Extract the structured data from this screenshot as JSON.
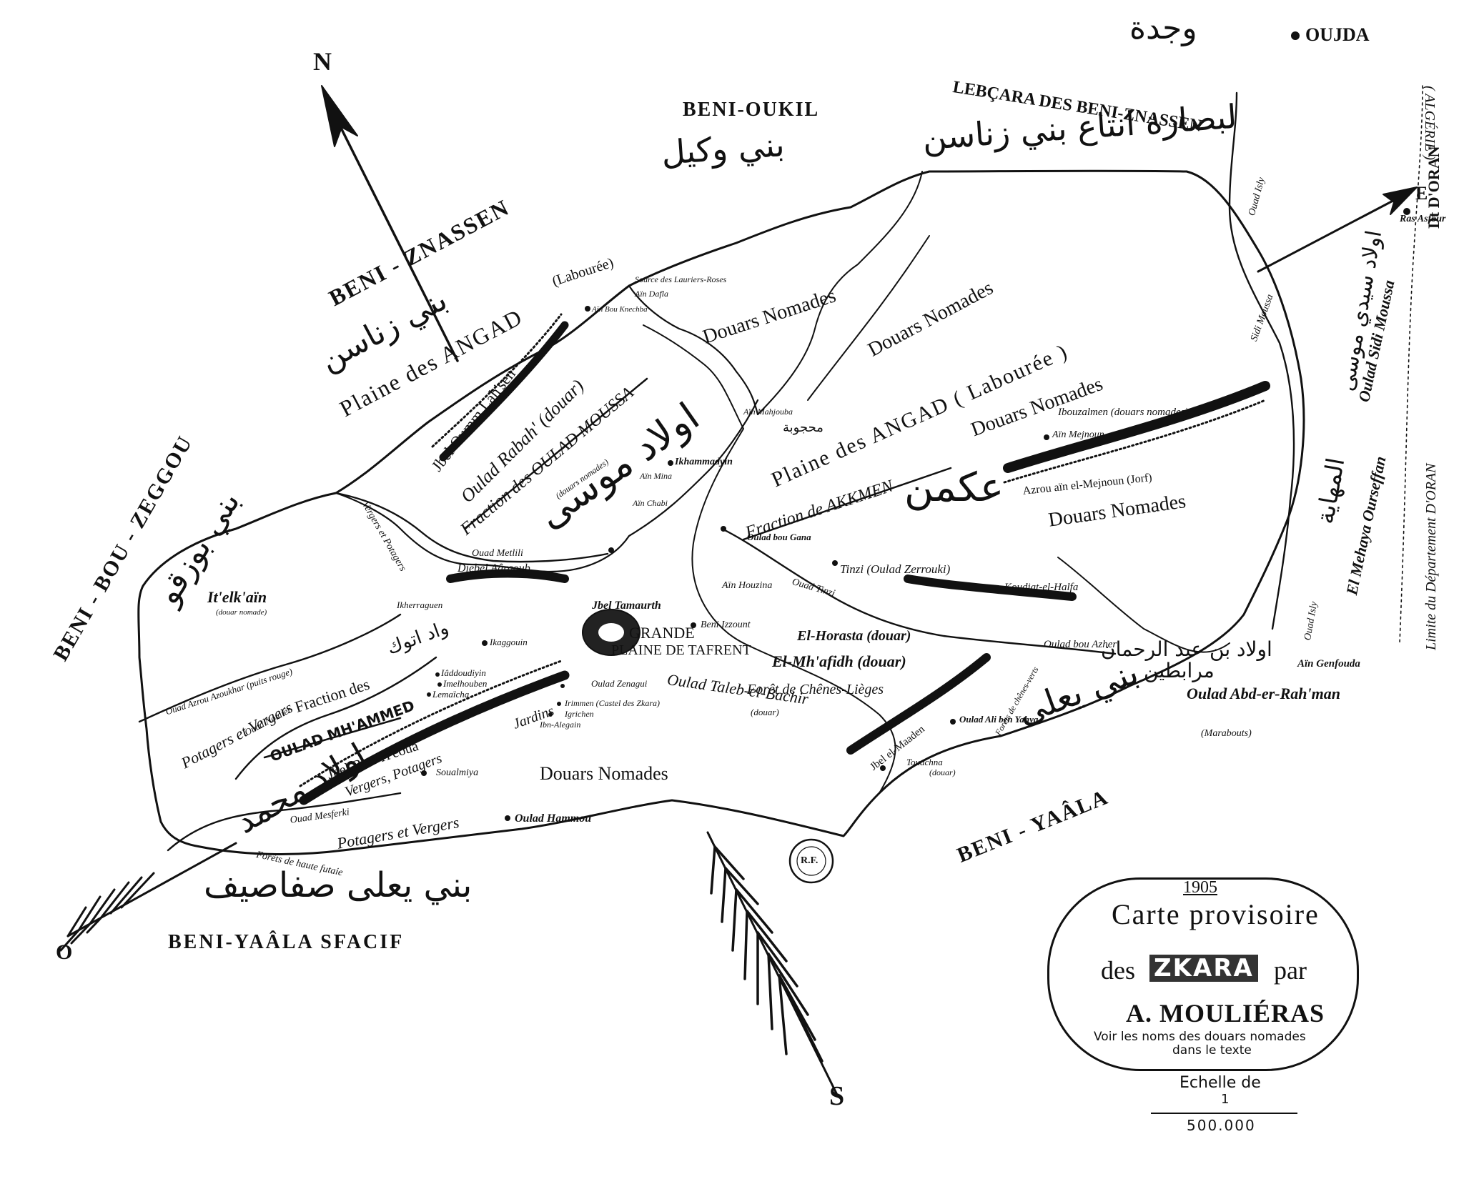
{
  "compass": {
    "north": "N",
    "south": "S",
    "east": "E",
    "west": "O"
  },
  "tribes": {
    "beni_oukil": "BENI-OUKIL",
    "beni_oukil_ar": "بني وكيل",
    "lebcara": "LEBÇARA DES BENI-ZNASSEN",
    "lebcara_ar": "لبصارة انتاع بني زناسن",
    "beni_znassen": "BENI - ZNASSEN",
    "beni_znassen_ar": "بني زناسن",
    "beni_bou_zeggou": "BENI - BOU - ZEGGOU",
    "beni_bou_zeggou_ar": "بني بوزقو",
    "beni_yaala": "BENI - YAÂLA",
    "beni_yaala_ar": "بني يعلى",
    "beni_yaala_sfacif": "BENI-YAÂLA SFACIF",
    "beni_yaala_sfacif_ar": "بني يعلى صفاصيف",
    "oujda": "OUJDA",
    "oujda_ar": "وجدة",
    "algerie": "( ALGÉRIE )",
    "dt_oran": "Dt D'ORAN",
    "limite": "Limite du Département D'ORAN",
    "ras_asfour": "Ras Asfour"
  },
  "labels": {
    "plaine_angad_1": "Plaine des ANGAD",
    "labouree_1": "(Labourée)",
    "plaine_angad_2": "Plaine des ANGAD ( Labourée )",
    "douars_1": "Douars Nomades",
    "douars_2": "Douars Nomades",
    "douars_3": "Douars Nomades",
    "douars_4": "Douars Nomades",
    "douars_5": "Douars Nomades",
    "source": "Source des Lauriers-Roses",
    "ain_dafla": "Aïn Dafla",
    "ain_bou_knechba": "Aïn Bou Knechba",
    "jbel_oumm": "Jbel Oumm Lah'sen",
    "oulad_rabah": "Oulad Rabah' (douar)",
    "fraction_moussa": "Fraction des OULAD MOUSSA",
    "douars_nomades_small": "(douars nomades)",
    "oulad_moussa_ar": "اولاد موسى",
    "ikhammadyin": "Ikhammadyin",
    "ain_mina": "Aïn Mina",
    "ain_chabi": "Aïn Chabi",
    "ain_mahjouba": "Aïn Mahjouba",
    "mahjouba_ar": "محجوبة",
    "vergers_potagers": "Vergers et Potagers",
    "ouad_metlili": "Ouad Metlili",
    "djebel_aargoub": "Djebel Aârgoub",
    "itelkhain": "It'elk'aïn",
    "douar_nomade": "(douar nomade)",
    "ikherraguen": "Ikherraguen",
    "ouad_azrou": "Ouad Azrou Azoukhar (puits rouge)",
    "potagers_vergers": "Potagers et Vergers",
    "ouad_nouiter": "Ouad Nouiter",
    "fraction_des": "Fraction des",
    "oulad_mhammed": "OULAD MH'AMMED",
    "oulad_mhammed_ar": "اولاد محمد",
    "ouad_ar": "واد اتوك",
    "ikaggouin": "Ikaggouin",
    "iaddoudiyin": "Iâddoudiyin",
    "imelhouben": "Imelhouben",
    "lemaicha": "Lemaïcha",
    "jbel_tamaurth": "Jbel Tamaurth",
    "grande_plaine": "GRANDE",
    "plaine_tafrent": "PLAINE DE TAFRENT",
    "beni_izzount": "Beni Izzount",
    "jbel_bou_heoua": "Jbel Bou-H'eoua",
    "vergers_potagers_2": "Vergers, Potagers",
    "jardins": "Jardins",
    "soualmiya": "Soualmiya",
    "oulad_zenagui": "Oulad Zenagui",
    "irimmen": "Irimmen (Castel des Zkara)",
    "igrichen": "Igrichen",
    "ibn_alegain": "Ibn-Alegain",
    "douars_nomades_center": "Douars Nomades",
    "ouad_mesferki": "Ouad Mesferki",
    "potagers_vergers_2": "Potagers et Vergers",
    "forets_futaie": "Forêts de haute futaie",
    "oulad_hammou": "Oulad Hammou",
    "fraction_akkmen": "Fraction de AKKMEN",
    "akkmen_ar": "عكمن",
    "oulad_bou_gana": "Oulad bou Gana",
    "ouad_tinzi": "Ouad Tinzi",
    "tinzi": "Tinzi (Oulad Zerrouki)",
    "koudiat": "Koudiat-el-Halfa",
    "ain_houzina": "Aïn Houzina",
    "el_horasta": "El-Horasta (douar)",
    "el_mhafidh": "El-Mh'afidh (douar)",
    "oulad_taleb": "Oulad Taleb-el-Bachir",
    "oulad_taleb_douar": "(douar)",
    "foret_chenes": "Forêt de Chênes-Lièges",
    "jbel_maaden": "Jbel el-Maaden",
    "forets_chenes_verts": "Forêts de chênes-verts",
    "oulad_ali": "Oulad Ali ben Yahya",
    "touachna": "Touachna",
    "touachna_douar": "(douar)",
    "oulad_bou_azher": "Oulad bou Azher",
    "ibouzalmen": "Ibouzalmen (douars nomades)",
    "ain_mejnoun": "Aïn Mejnoun",
    "azrou": "Azrou aïn el-Mejnoun (Jorf)",
    "ouad_isly": "Ouad Isly",
    "ouad_isly_2": "Ouad Isly",
    "sidi_moussa": "Sidi Moussa",
    "oulad_sidi_moussa": "Oulad Sidi Moussa",
    "oulad_abd": "Oulad Abd-er-Rah'man",
    "marabouts": "(Marabouts)",
    "ain_genfouda": "Aïn Genfouda",
    "el_mehaya": "El Mehaya Ourseffan",
    "mehaya_ar": "المهاية",
    "oulad_ben_abd_ar": "اولاد بن عبد الرحمان",
    "marabtin_ar": "مرابطين",
    "ouled_sidi_ar": "اولاد سيدي موسى"
  },
  "cartouche": {
    "year": "1905",
    "line1": "Carte provisoire",
    "des": "des",
    "zkara": "ZKARA",
    "par": "par",
    "author": "A. MOULIÉRAS",
    "note1": "Voir les noms des douars nomades",
    "note2": "dans le texte",
    "scale_label": "Echelle de",
    "scale_num": "1",
    "scale_den": "500.000"
  },
  "stamp": {
    "text": "R.F."
  }
}
